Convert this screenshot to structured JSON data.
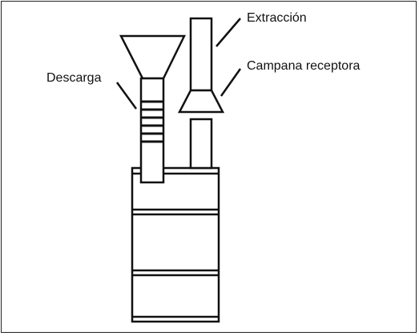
{
  "labels": {
    "descarga": "Descarga",
    "extraccion": "Extracción",
    "campana": "Campana receptora"
  },
  "colors": {
    "line": "#111111",
    "background": "#ffffff"
  }
}
